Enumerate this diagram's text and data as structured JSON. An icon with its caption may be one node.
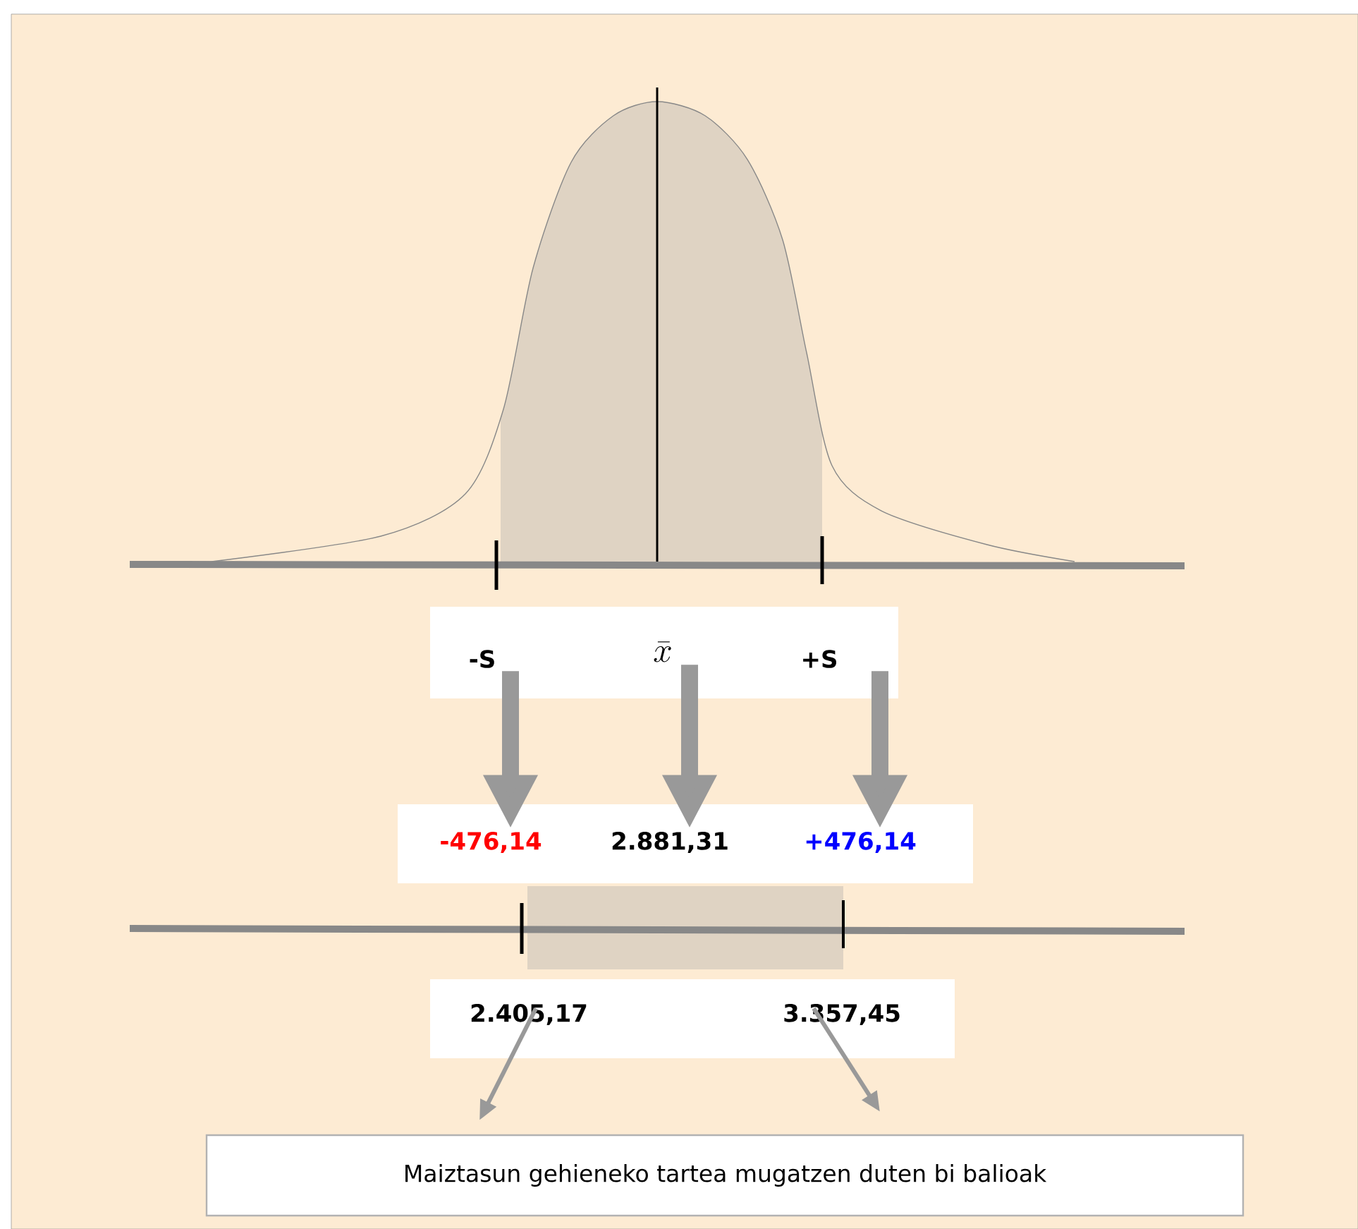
{
  "diagram": {
    "nodes": [
      {
        "text": [
          "-S"
        ]
      },
      {
        "text": [
          "\\bar{x}"
        ]
      },
      {
        "text": [
          "+S"
        ]
      },
      {
        "text": [
          "-476,14"
        ]
      },
      {
        "text": [
          "2.881,31"
        ]
      },
      {
        "text": [
          "+476,14"
        ]
      },
      {
        "text": [
          "2.405,17"
        ]
      },
      {
        "text": [
          "3.357,45"
        ]
      },
      {
        "text": [
          "Maiztasun gehieneko tartea mugatzen duten bi balioak"
        ]
      }
    ],
    "edges": [
      {
        "from": 0,
        "to": 3,
        "arrow": "to"
      },
      {
        "from": 1,
        "to": 4,
        "arrow": "to"
      },
      {
        "from": 2,
        "to": 5,
        "arrow": "to"
      },
      {
        "from": 6,
        "to": 8,
        "arrow": "to"
      },
      {
        "from": 7,
        "to": 8,
        "arrow": "to"
      }
    ]
  }
}
